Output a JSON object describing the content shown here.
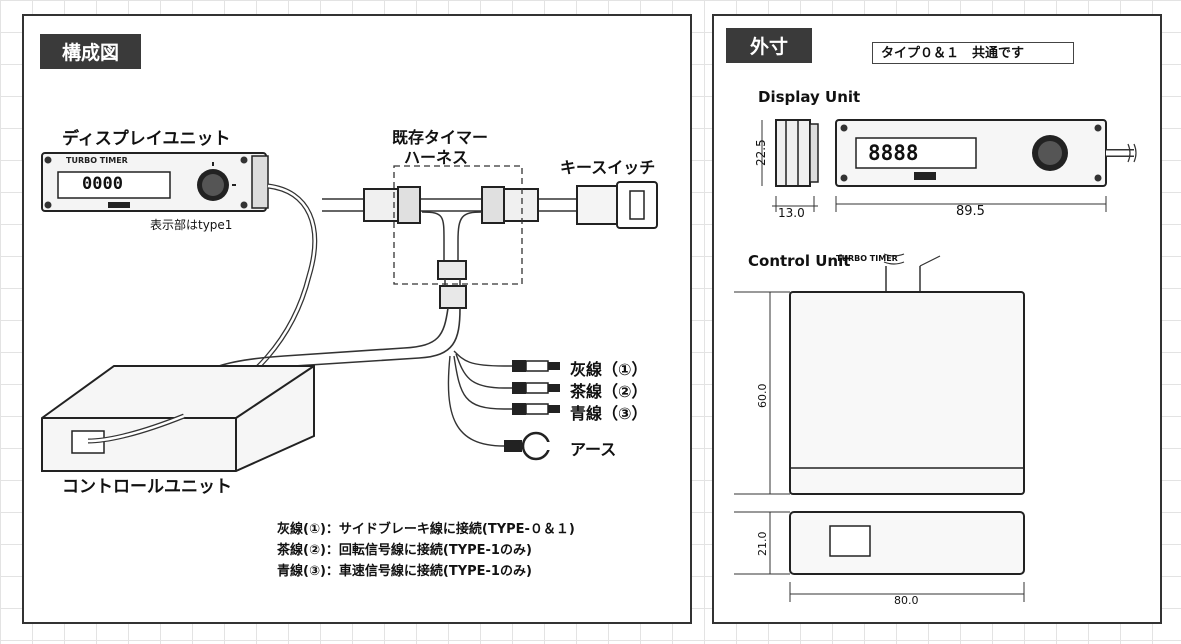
{
  "left": {
    "heading": "構成図",
    "display_unit_label": "ディスプレイユニット",
    "display_brand": "TURBO TIMER",
    "display_digits": "0000",
    "display_note": "表示部はtype1",
    "harness_label_1": "既存タイマー",
    "harness_label_2": "ハーネス",
    "key_switch_label": "キースイッチ",
    "wires": [
      {
        "label": "灰線（①）",
        "color": "#888888"
      },
      {
        "label": "茶線（②）",
        "color": "#7a4a2a"
      },
      {
        "label": "青線（③）",
        "color": "#2a4a9a"
      }
    ],
    "ground_label": "アース",
    "control_unit_label": "コントロールユニット",
    "notes": [
      "灰線(①)：サイドブレーキ線に接続(TYPE-０＆１)",
      "茶線(②)：回転信号線に接続(TYPE-1のみ)",
      "青線(③)：車速信号線に接続(TYPE-1のみ)"
    ]
  },
  "right": {
    "heading": "外寸",
    "common_note": "タイプ０＆１　共通です",
    "display_unit_title": "Display Unit",
    "display_brand": "TURBO TIMER",
    "display_digits": "8888",
    "dim_height": "22.5",
    "dim_depth": "13.0",
    "dim_width": "89.5",
    "control_unit_title": "Control Unit",
    "dim_cu_height": "60.0",
    "dim_cu_thickness": "21.0",
    "dim_cu_width": "80.0"
  }
}
